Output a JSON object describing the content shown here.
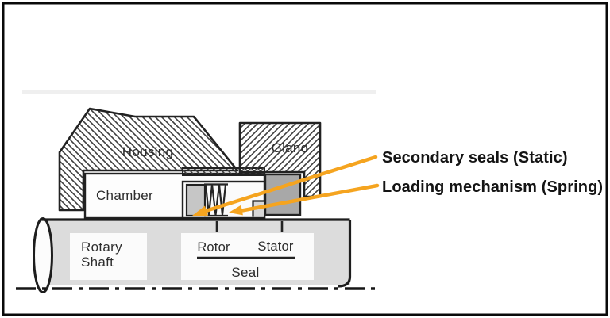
{
  "diagram": {
    "type": "mechanical-seal-cross-section",
    "components": {
      "housing": "Housing",
      "gland": "Gland",
      "chamber": "Chamber",
      "rotary_shaft_line1": "Rotary",
      "rotary_shaft_line2": "Shaft",
      "rotor": "Rotor",
      "stator": "Stator",
      "seal": "Seal"
    },
    "callouts": {
      "secondary_seals": "Secondary seals (Static)",
      "loading_mechanism": "Loading mechanism (Spring)"
    },
    "colors": {
      "callout_accent": "#F5A41F",
      "outline": "#222222",
      "shaft_fill": "#dcdcdc",
      "rotor_elastomer_fill": "#c6c6c6",
      "stator_elastomer_fill": "#a8a8a8",
      "frame_border": "#0a0a0a"
    }
  }
}
